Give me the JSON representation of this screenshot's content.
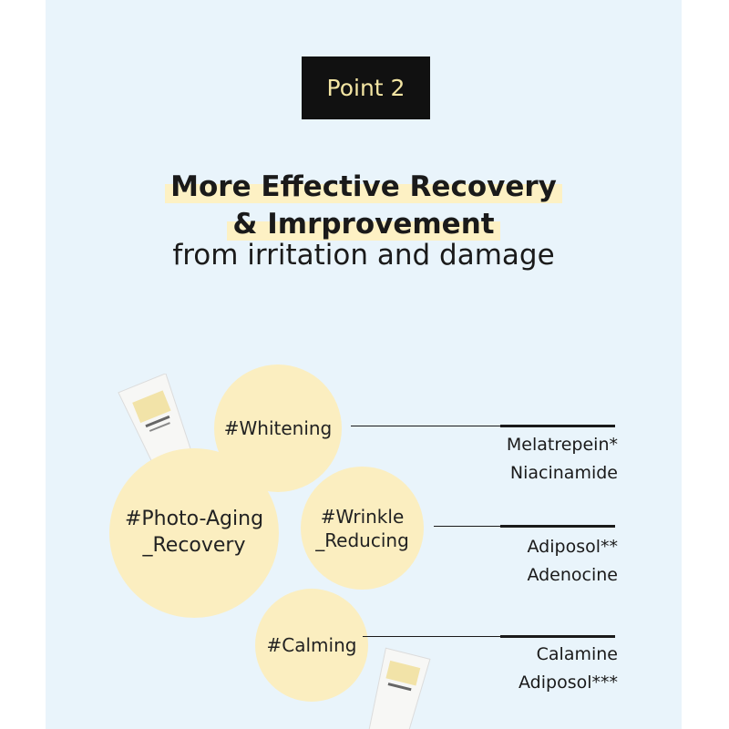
{
  "badge": {
    "label": "Point 2"
  },
  "headline": {
    "line1": "More Effective Recovery",
    "line2": "& Imrprovement",
    "line3": "from irritation and damage"
  },
  "circles": {
    "whitening": "#Whitening",
    "photo_aging": [
      "#Photo-Aging",
      "_Recovery"
    ],
    "wrinkle": [
      "#Wrinkle",
      "_Reducing"
    ],
    "calming": "#Calming"
  },
  "ingredients": {
    "whitening": [
      "Melatrepein*",
      "Niacinamide"
    ],
    "wrinkle": [
      "Adiposol**",
      "Adenocine"
    ],
    "calming": [
      "Calamine",
      "Adiposol***"
    ]
  },
  "product": {
    "icon": "sunscreen-tube-icon"
  },
  "colors": {
    "panel": "#e9f4fb",
    "circle": "#fbeec0",
    "highlight": "#fdf1c4",
    "badge_bg": "#111111",
    "badge_text": "#f3e5a3"
  }
}
